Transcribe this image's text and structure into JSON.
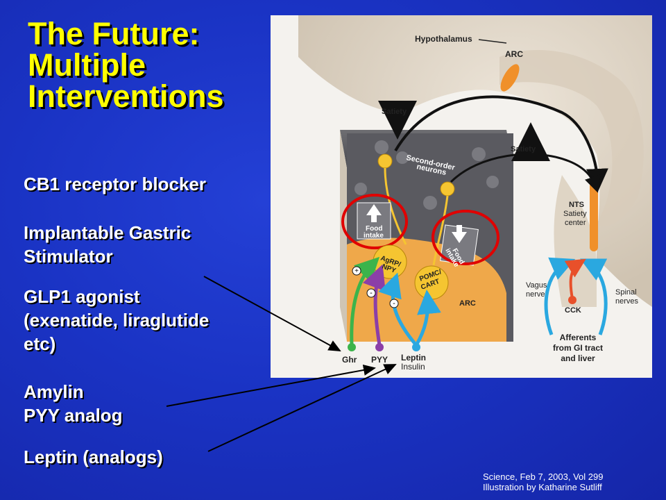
{
  "title": {
    "lines": [
      "The Future:",
      "Multiple",
      "Interventions"
    ]
  },
  "interventions": [
    {
      "lines": [
        "CB1 receptor blocker"
      ]
    },
    {
      "lines": [
        "Implantable Gastric",
        "Stimulator"
      ]
    },
    {
      "lines": [
        "GLP1 agonist",
        "(exenatide, liraglutide",
        "etc)"
      ]
    },
    {
      "lines": [
        "Amylin",
        "PYY analog"
      ]
    },
    {
      "lines": [
        "Leptin (analogs)"
      ]
    }
  ],
  "figure": {
    "hypothalamus": "Hypothalamus",
    "arc_top": "ARC",
    "satiety_top": "Satiety",
    "satiety_mid": "Satiety",
    "second_order": [
      "Second-order",
      "neurons"
    ],
    "food_intake_up": [
      "Food",
      "intake"
    ],
    "food_intake_down": [
      "Food",
      "intake"
    ],
    "agrp": [
      "AgRP/",
      "NPY"
    ],
    "pomc": [
      "POMC/",
      "CART"
    ],
    "arc_bottom": "ARC",
    "nts": [
      "NTS",
      "Satiety",
      "center"
    ],
    "vagus": [
      "Vagus",
      "nerve"
    ],
    "spinal": [
      "Spinal",
      "nerves"
    ],
    "cck": "CCK",
    "afferents": [
      "Afferents",
      "from GI tract",
      "and liver"
    ],
    "ghr": "Ghr",
    "pyy": "PYY",
    "leptin": "Leptin",
    "insulin": "Insulin",
    "minus": "-",
    "plus": "+"
  },
  "citation": {
    "lines": [
      "Science, Feb 7, 2003, Vol 299",
      "Illustration by Katharine Sutliff"
    ]
  },
  "colors": {
    "background": "#1a33c4",
    "title": "#ffff00",
    "text": "#ffffff",
    "highlight_circle": "#e00000",
    "ghr": "#3cb44b",
    "pyy": "#8b3fa8",
    "leptin": "#2aa8e0",
    "cck": "#e8502a",
    "nts": "#f0902a"
  }
}
